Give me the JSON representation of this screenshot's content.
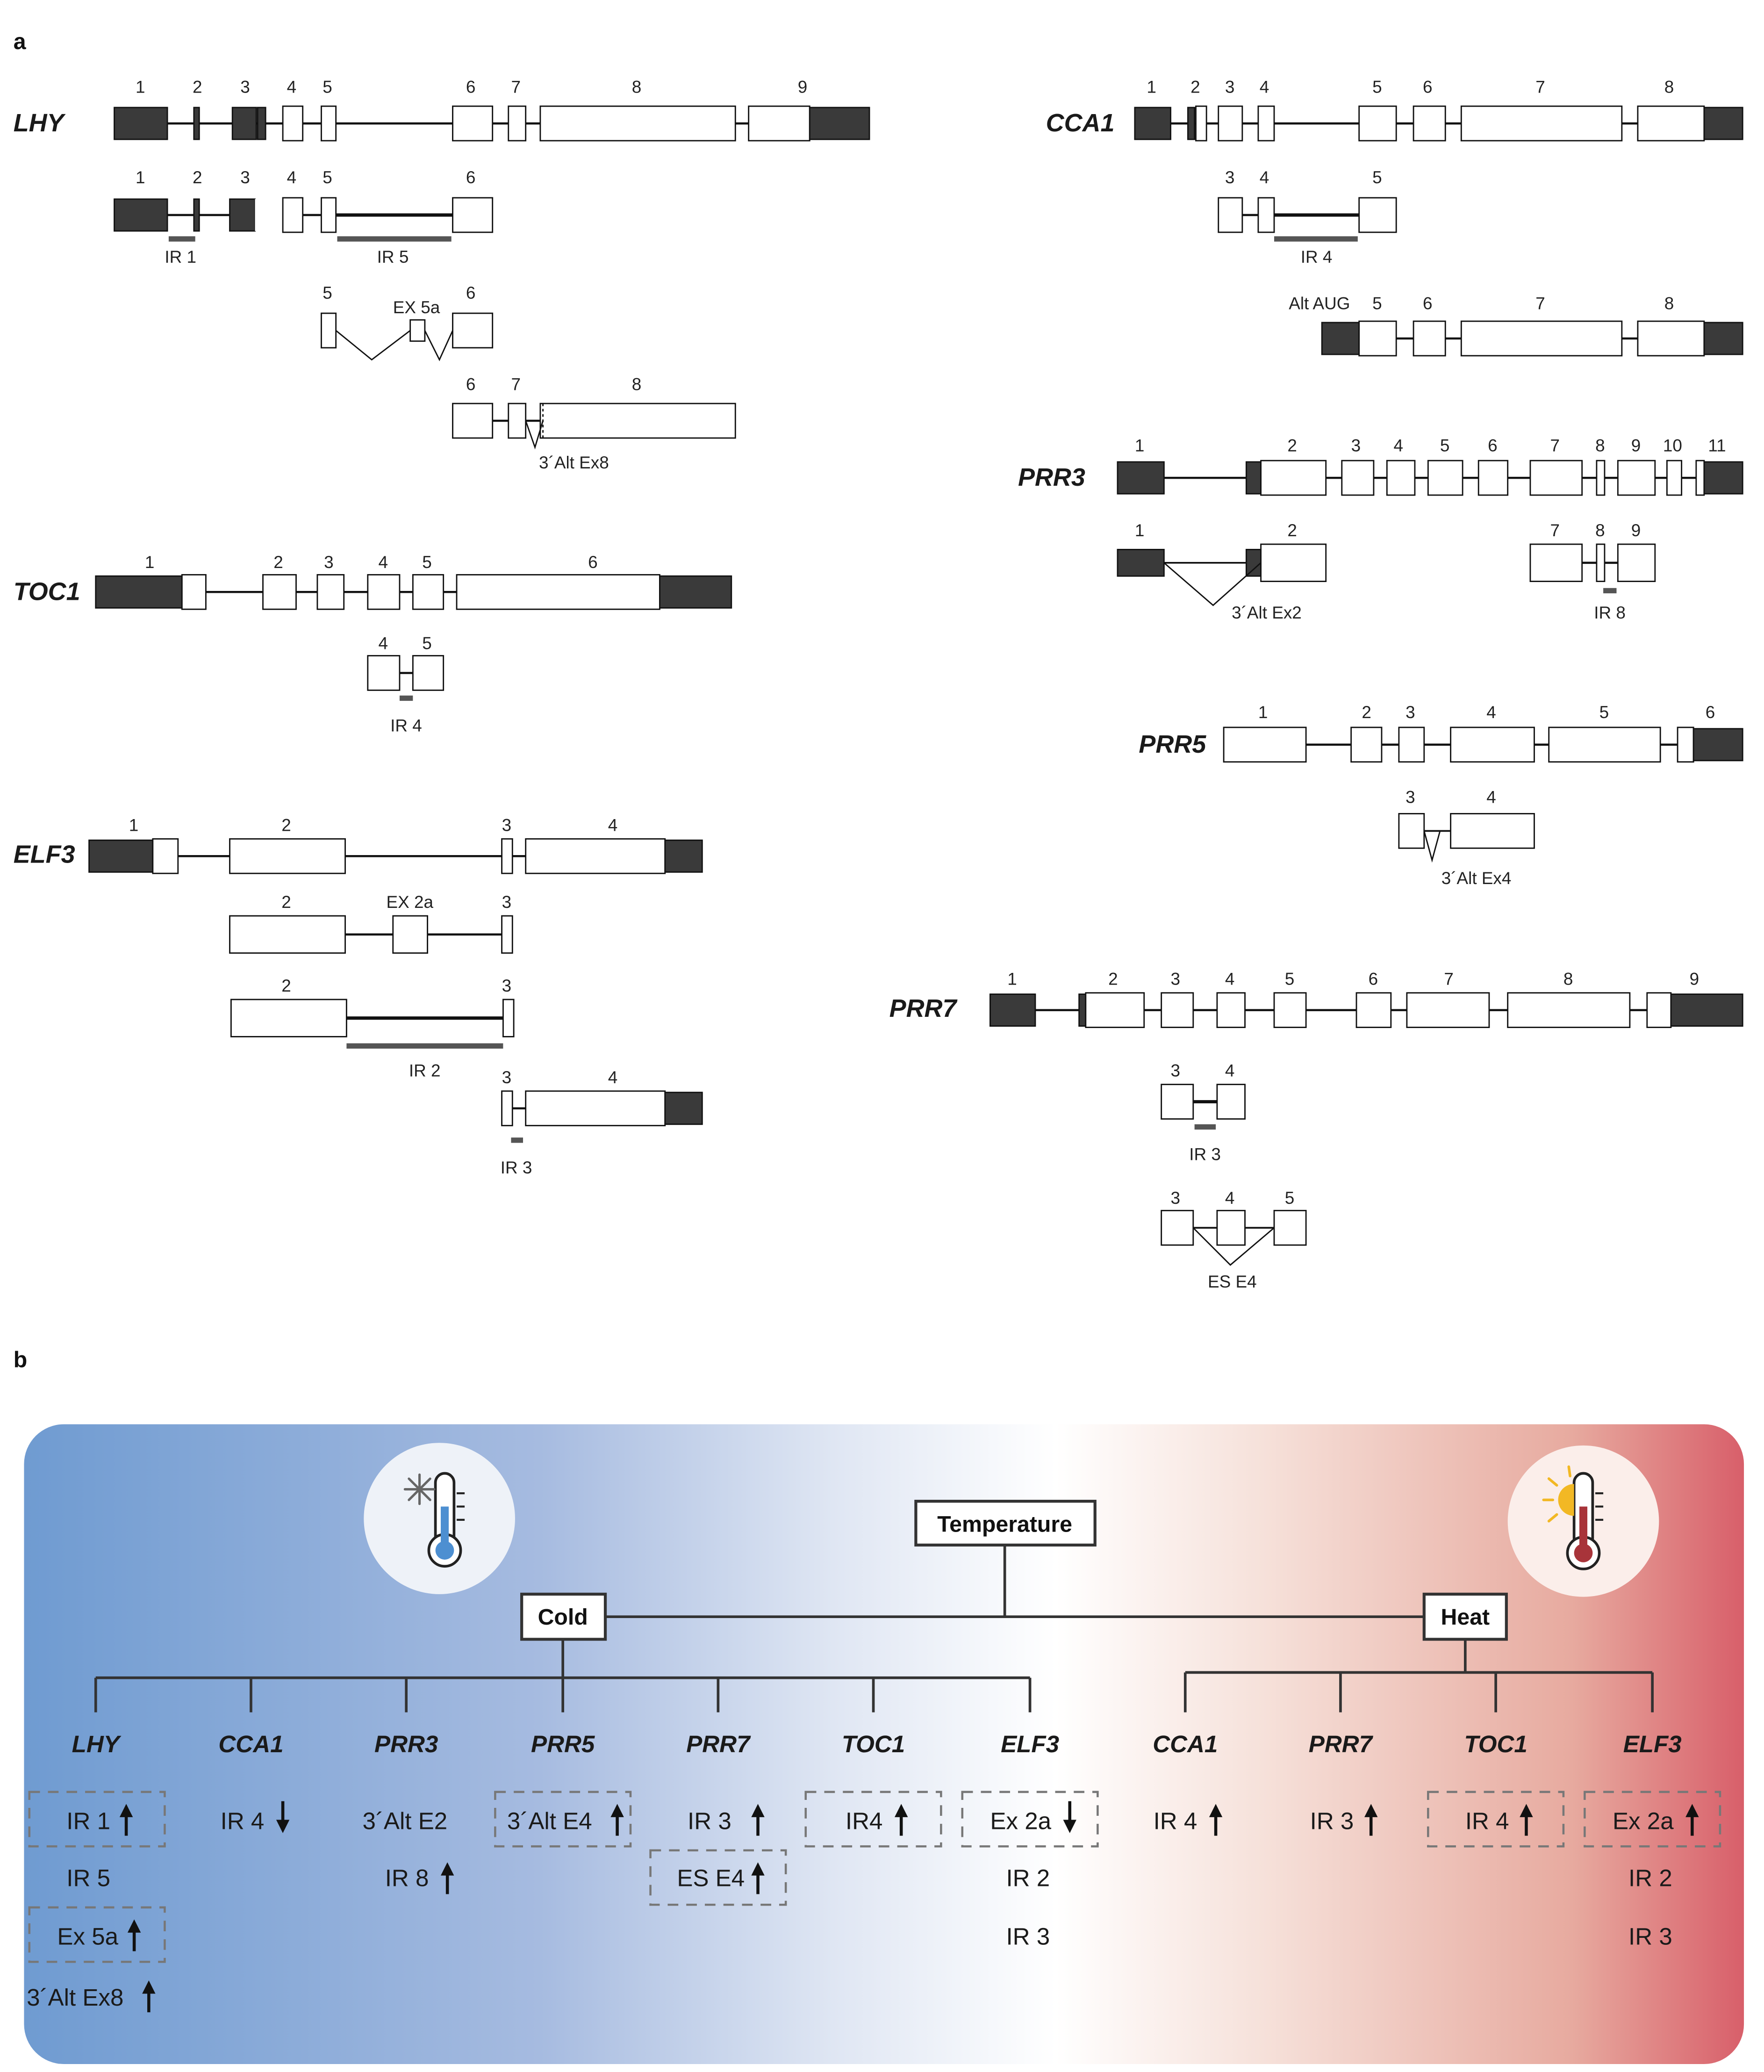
{
  "panel_a_label": "a",
  "panel_b_label": "b",
  "genes": {
    "lhy": "LHY",
    "cca1": "CCA1",
    "toc1": "TOC1",
    "elf3": "ELF3",
    "prr3": "PRR3",
    "prr5": "PRR5",
    "prr7": "PRR7"
  },
  "events": {
    "lhy_ir1": "IR 1",
    "lhy_ir5": "IR 5",
    "lhy_ex5a": "EX 5a",
    "lhy_alt8": "3´Alt Ex8",
    "cca1_ir4": "IR 4",
    "cca1_altaug": "Alt AUG",
    "toc1_ir4": "IR 4",
    "elf3_ex2a": "EX 2a",
    "elf3_ir2": "IR 2",
    "elf3_ir3": "IR 3",
    "prr3_alt2": "3´Alt Ex2",
    "prr3_ir8": "IR 8",
    "prr5_alt4": "3´Alt Ex4",
    "prr7_ir3": "IR 3",
    "prr7_ese4": "ES E4"
  },
  "tree": {
    "root": "Temperature",
    "cold": "Cold",
    "heat": "Heat",
    "cold_genes": [
      "LHY",
      "CCA1",
      "PRR3",
      "PRR5",
      "PRR7",
      "TOC1",
      "ELF3"
    ],
    "heat_genes": [
      "CCA1",
      "PRR7",
      "TOC1",
      "ELF3"
    ]
  },
  "cold_events": {
    "lhy": [
      "IR 1",
      "IR 5",
      "Ex 5a",
      "3´Alt Ex8"
    ],
    "cca1": [
      "IR 4"
    ],
    "prr3": [
      "3´Alt E2",
      "IR 8"
    ],
    "prr5": [
      "3´Alt E4"
    ],
    "prr7": [
      "IR 3",
      "ES E4"
    ],
    "toc1": [
      "IR4"
    ],
    "elf3": [
      "Ex 2a",
      "IR 2",
      "IR 3"
    ]
  },
  "heat_events": {
    "cca1": [
      "IR 4"
    ],
    "prr7": [
      "IR 3"
    ],
    "toc1": [
      "IR 4"
    ],
    "elf3": [
      "Ex 2a",
      "IR 2",
      "IR 3"
    ]
  },
  "icons": {
    "cold": "snowflake-thermometer-icon",
    "heat": "sun-thermometer-icon",
    "up": "arrow-up-icon",
    "down": "arrow-down-icon"
  },
  "colors": {
    "exon_dark": "#3a3a3a",
    "cold": "#6f9bd1",
    "heat": "#d9646b",
    "dashed_box": "#777777"
  }
}
